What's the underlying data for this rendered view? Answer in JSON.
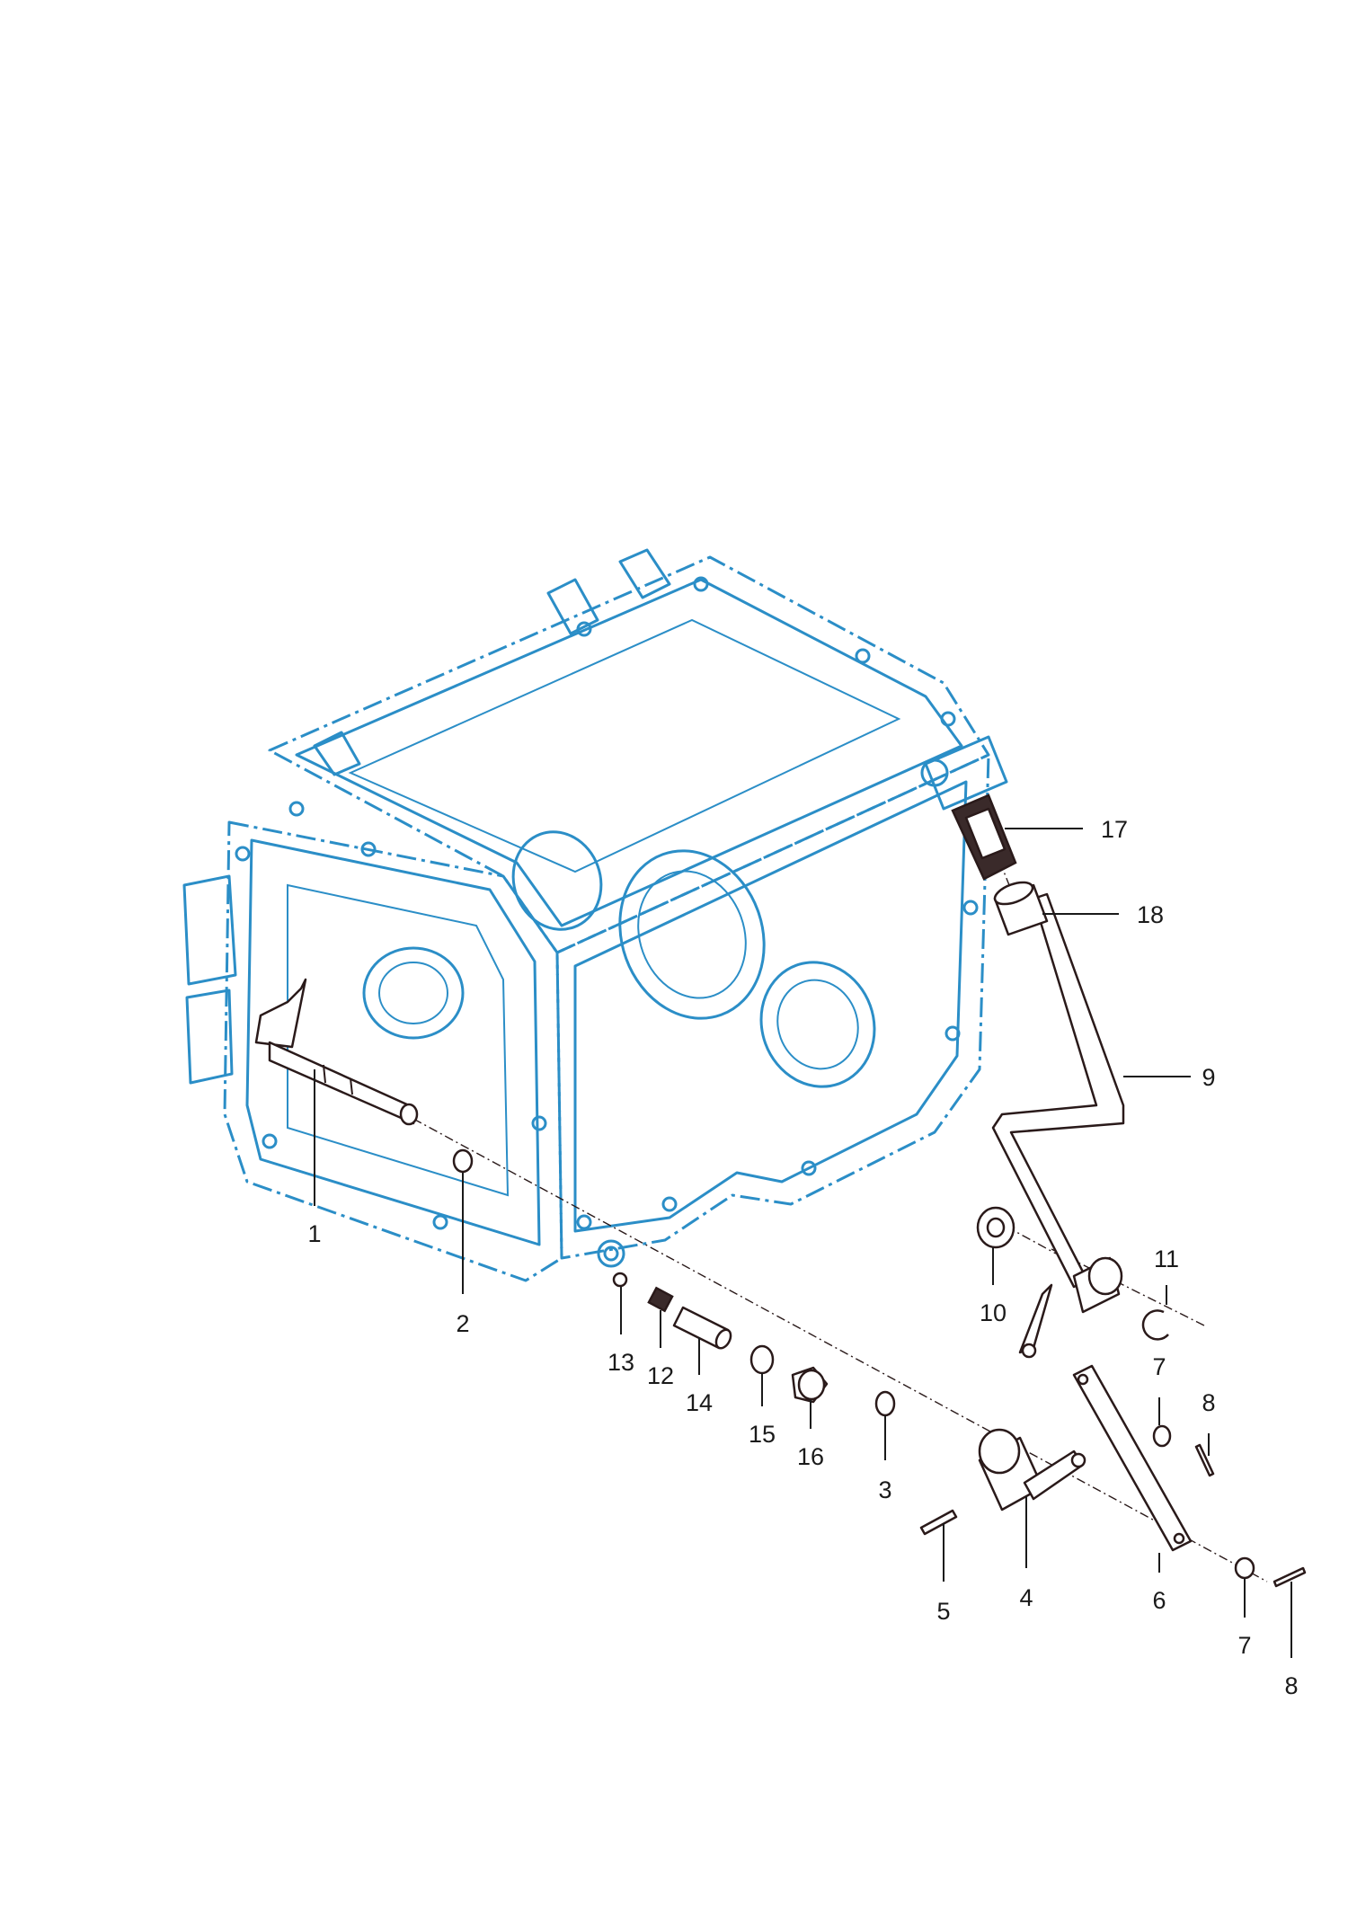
{
  "diagram": {
    "colors": {
      "housing": "#2b8ec7",
      "parts": "#2a1a1a",
      "callouts": "#1a1a1a"
    },
    "callouts": [
      "1",
      "2",
      "3",
      "4",
      "5",
      "6",
      "7",
      "7",
      "8",
      "8",
      "9",
      "10",
      "11",
      "12",
      "13",
      "14",
      "15",
      "16",
      "17",
      "18"
    ]
  }
}
